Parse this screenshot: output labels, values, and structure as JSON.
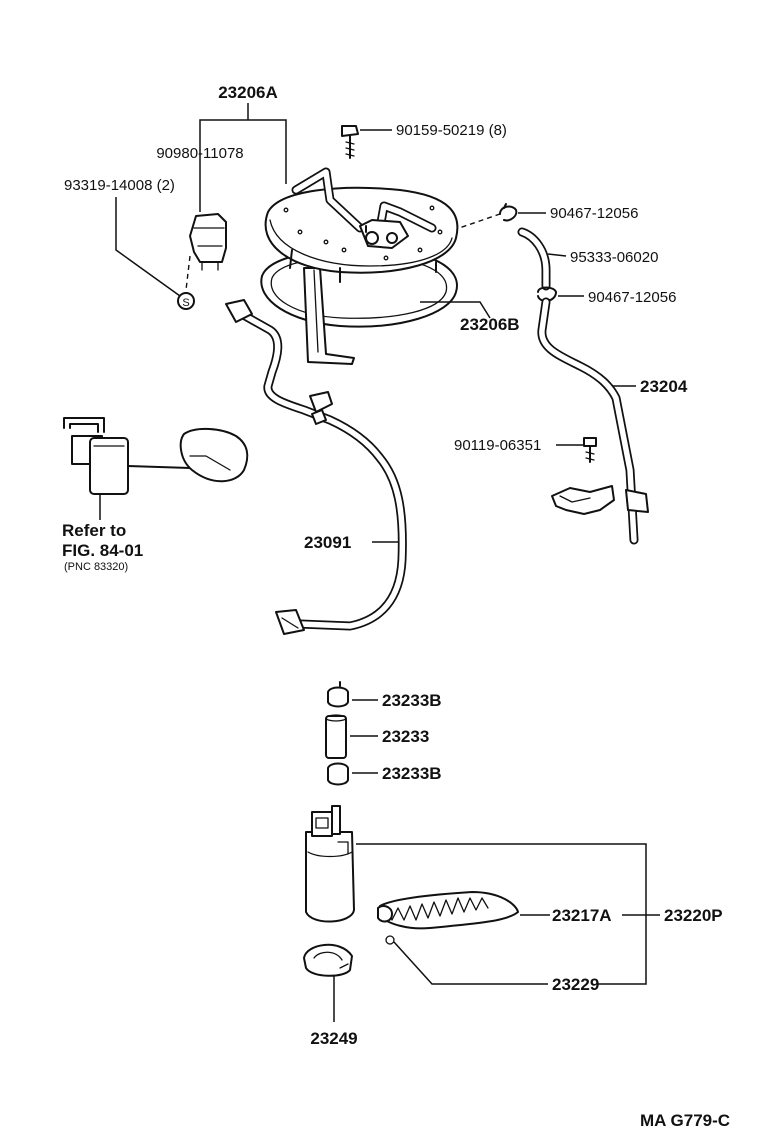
{
  "labels": {
    "l23206A": "23206A",
    "l90980": "90980-11078",
    "l93319": "93319-14008 (2)",
    "l90159": "90159-50219 (8)",
    "l90467a": "90467-12056",
    "l95333": "95333-06020",
    "l90467b": "90467-12056",
    "l23206B": "23206B",
    "l23204": "23204",
    "l90119": "90119-06351",
    "l23091": "23091",
    "refer1": "Refer to",
    "refer2": "FIG. 84-01",
    "refer3": "(PNC 83320)",
    "l23233Ba": "23233B",
    "l23233": "23233",
    "l23233Bb": "23233B",
    "l23217A": "23217A",
    "l23220P": "23220P",
    "l23229": "23229",
    "l23249": "23249",
    "circle_s": "S",
    "footer": "MA G779-C"
  },
  "icons": [
    "fuel-pump-bracket",
    "fuel-sender-gauge",
    "fuel-pump",
    "fuel-filter",
    "fuel-tube",
    "hose",
    "clamp",
    "bolt",
    "screw"
  ]
}
